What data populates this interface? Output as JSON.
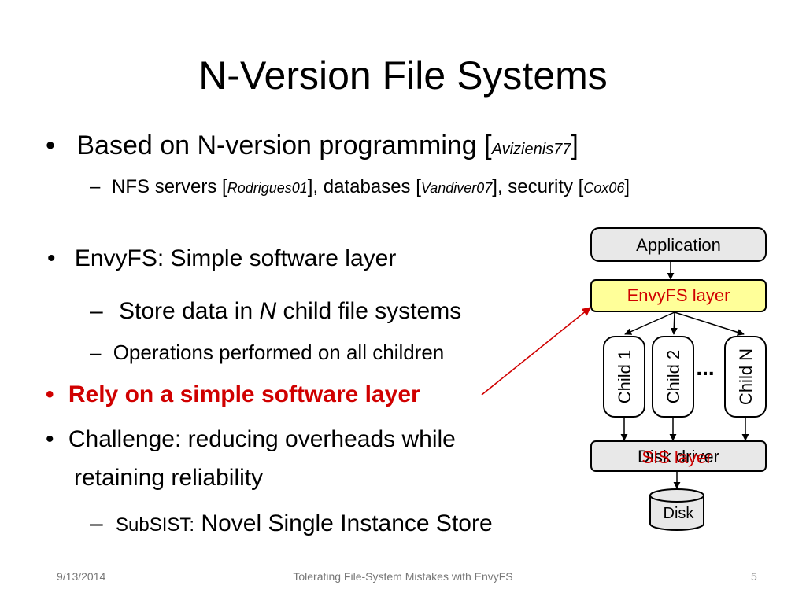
{
  "slide": {
    "title": "N-Version File Systems",
    "bullets": {
      "b1_pre": "Based on N-version programming [",
      "b1_cite": "Avizienis77",
      "b1_post": "]",
      "sub1_a": "NFS servers [",
      "sub1_cite1": "Rodrigues01",
      "sub1_b": "], databases [",
      "sub1_cite2": "Vandiver07",
      "sub1_c": "], security [",
      "sub1_cite3": "Cox06",
      "sub1_d": "]",
      "b2": "EnvyFS: Simple software layer",
      "sub2_pre": "Store data in ",
      "sub2_n": "N",
      "sub2_post": " child file systems",
      "sub3": "Operations performed on all children",
      "b3": "Rely on a simple software layer",
      "b4_line1": "Challenge: reducing overheads while",
      "b4_line2": "retaining reliability",
      "sub4_a": "SubSIST:",
      "sub4_b": " Novel Single Instance Store"
    },
    "diagram": {
      "application": "Application",
      "envyfs": "EnvyFS layer",
      "child1": "Child 1",
      "child2": "Child 2",
      "dots": "...",
      "childN": "Child N",
      "disk_driver": "Disk driver",
      "sis_layer": "SIS layer",
      "disk": "Disk"
    },
    "footer": {
      "date": "9/13/2014",
      "center": "Tolerating File-System Mistakes with EnvyFS",
      "page": "5"
    },
    "colors": {
      "red": "#d00000",
      "box_fill": "#e8e8e8",
      "highlight_fill": "#ffff99"
    }
  }
}
